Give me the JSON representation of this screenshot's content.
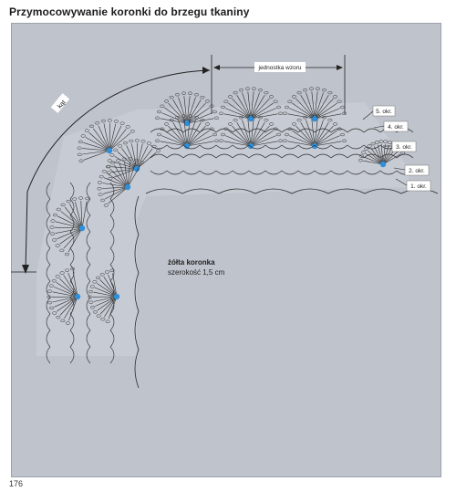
{
  "page": {
    "title": "Przymocowywanie koronki do brzegu tkaniny",
    "page_number": "176"
  },
  "diagram": {
    "unit_label": "jednostka wzoru",
    "angle_label": "kąt",
    "lace_name": "żółta koronka",
    "lace_width": "szerokość 1,5 cm",
    "rounds": [
      "5. okr.",
      "4. okr.",
      "3. okr.",
      "2. okr.",
      "1. okr."
    ],
    "colors": {
      "panel": "#bfc3cc",
      "stitch": "#2b2b2b",
      "marker": "#2f8fd8",
      "fabric": "#bfc3cc"
    }
  }
}
